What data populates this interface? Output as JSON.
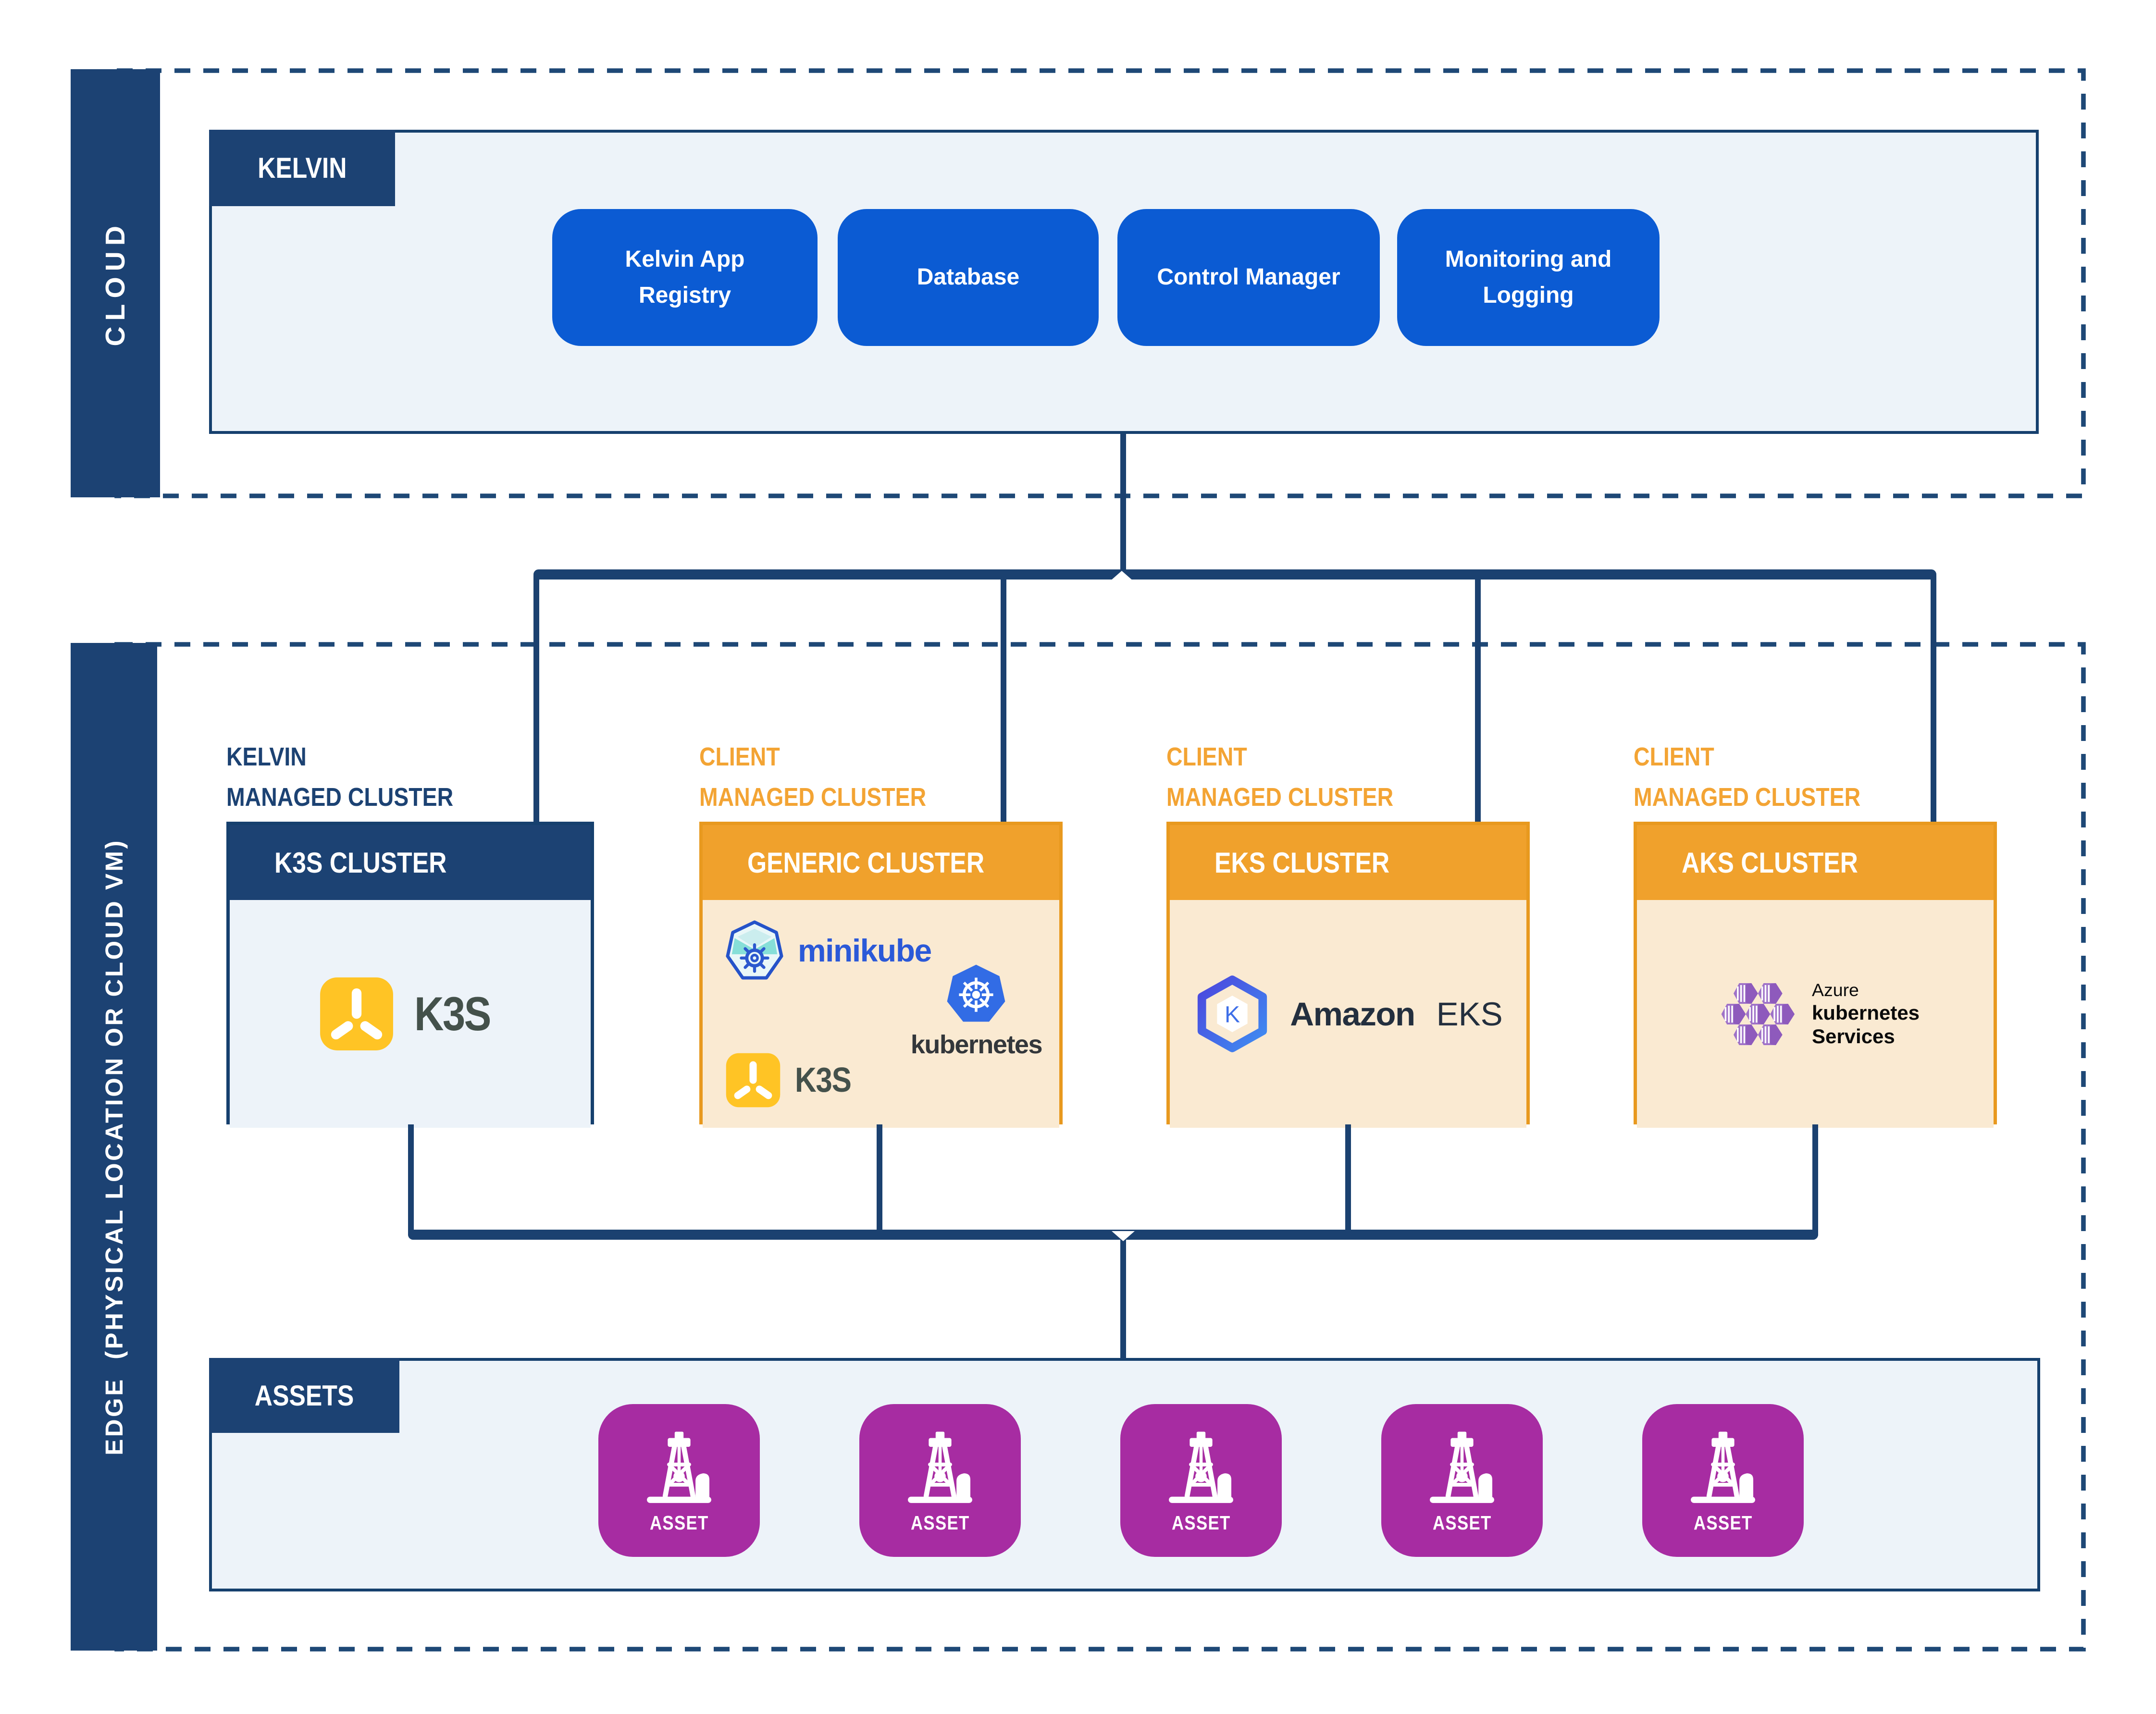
{
  "cloud": {
    "region_label": "CLOUD",
    "panel": {
      "title": "KELVIN"
    },
    "services": [
      {
        "label": "Kelvin App Registry"
      },
      {
        "label": "Database"
      },
      {
        "label": "Control Manager"
      },
      {
        "label": "Monitoring and Logging"
      }
    ]
  },
  "edge": {
    "region_label": "EDGE  (PHYSICAL LOCATION OR CLOUD VM)",
    "clusters": [
      {
        "owner_line1": "KELVIN",
        "owner_line2": "MANAGED CLUSTER",
        "title": "K3S CLUSTER",
        "theme": "navy",
        "logos": [
          "k3s-icon"
        ]
      },
      {
        "owner_line1": "CLIENT",
        "owner_line2": "MANAGED CLUSTER",
        "title": "GENERIC CLUSTER",
        "theme": "orange",
        "logos": [
          "minikube-icon",
          "kubernetes-icon",
          "k3s-icon"
        ]
      },
      {
        "owner_line1": "CLIENT",
        "owner_line2": "MANAGED CLUSTER",
        "title": "EKS CLUSTER",
        "theme": "orange",
        "logos": [
          "amazon-eks-icon"
        ]
      },
      {
        "owner_line1": "CLIENT",
        "owner_line2": "MANAGED CLUSTER",
        "title": "AKS CLUSTER",
        "theme": "orange",
        "logos": [
          "azure-aks-icon"
        ]
      }
    ],
    "assets": {
      "panel_title": "ASSETS",
      "cards": [
        {
          "label": "ASSET",
          "icon": "oil-derrick-icon"
        },
        {
          "label": "ASSET",
          "icon": "oil-derrick-icon"
        },
        {
          "label": "ASSET",
          "icon": "oil-derrick-icon"
        },
        {
          "label": "ASSET",
          "icon": "oil-derrick-icon"
        },
        {
          "label": "ASSET",
          "icon": "oil-derrick-icon"
        }
      ]
    }
  },
  "logos": {
    "k3s": {
      "text": "K3S",
      "icon": "k3s-icon"
    },
    "minikube": {
      "text": "minikube",
      "icon": "minikube-icon"
    },
    "kubernetes": {
      "text": "kubernetes",
      "icon": "kubernetes-icon"
    },
    "amazon_eks": {
      "text_bold": "Amazon",
      "text_light": "EKS",
      "icon_letter": "K",
      "icon": "amazon-eks-icon"
    },
    "azure_aks": {
      "line1": "Azure",
      "line2": "kubernetes",
      "line3": "Services",
      "icon": "azure-aks-icon"
    }
  },
  "colors": {
    "navy": "#1C4273",
    "connector_navy": "#1B4170",
    "service_blue": "#0B5BD3",
    "orange_header": "#F0A12C",
    "orange_label": "#F3A434",
    "cream_body": "#FAEAD2",
    "light_panel": "#EDF3F9",
    "asset_magenta": "#A72CA2",
    "k3s_yellow": "#FFC425",
    "kubernetes_blue": "#326CE5"
  }
}
